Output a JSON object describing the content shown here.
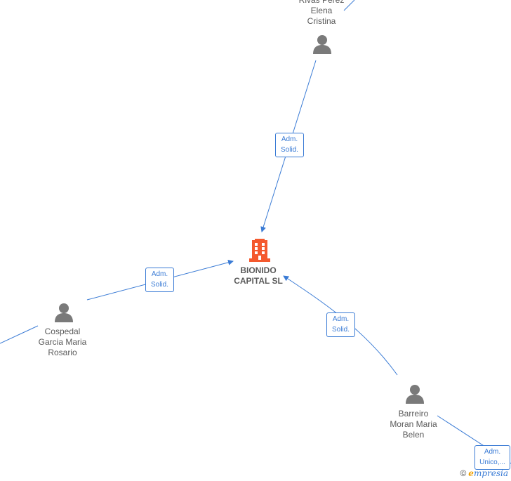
{
  "company": {
    "name": "BIONIDO\nCAPITAL  SL",
    "color": "#f4592e"
  },
  "persons": [
    {
      "id": "rivas",
      "name": "Rivas Perez\nElena\nCristina"
    },
    {
      "id": "cospedal",
      "name": "Cospedal\nGarcia Maria\nRosario"
    },
    {
      "id": "barreiro",
      "name": "Barreiro\nMoran Maria\nBelen"
    }
  ],
  "edges": [
    {
      "id": "rivas-bionido",
      "label": "Adm.\nSolid."
    },
    {
      "id": "cospedal-bionido",
      "label": "Adm.\nSolid."
    },
    {
      "id": "barreiro-bionido",
      "label": "Adm.\nSolid."
    },
    {
      "id": "barreiro-offscreen",
      "label": "Adm.\nUnico,..."
    }
  ],
  "footer": {
    "copyright": "©",
    "brand_e": "e",
    "brand_rest": "mpresia"
  },
  "colors": {
    "edge": "#3a7bd5",
    "person": "#7a7a7a",
    "label": "#5a5a5a"
  }
}
